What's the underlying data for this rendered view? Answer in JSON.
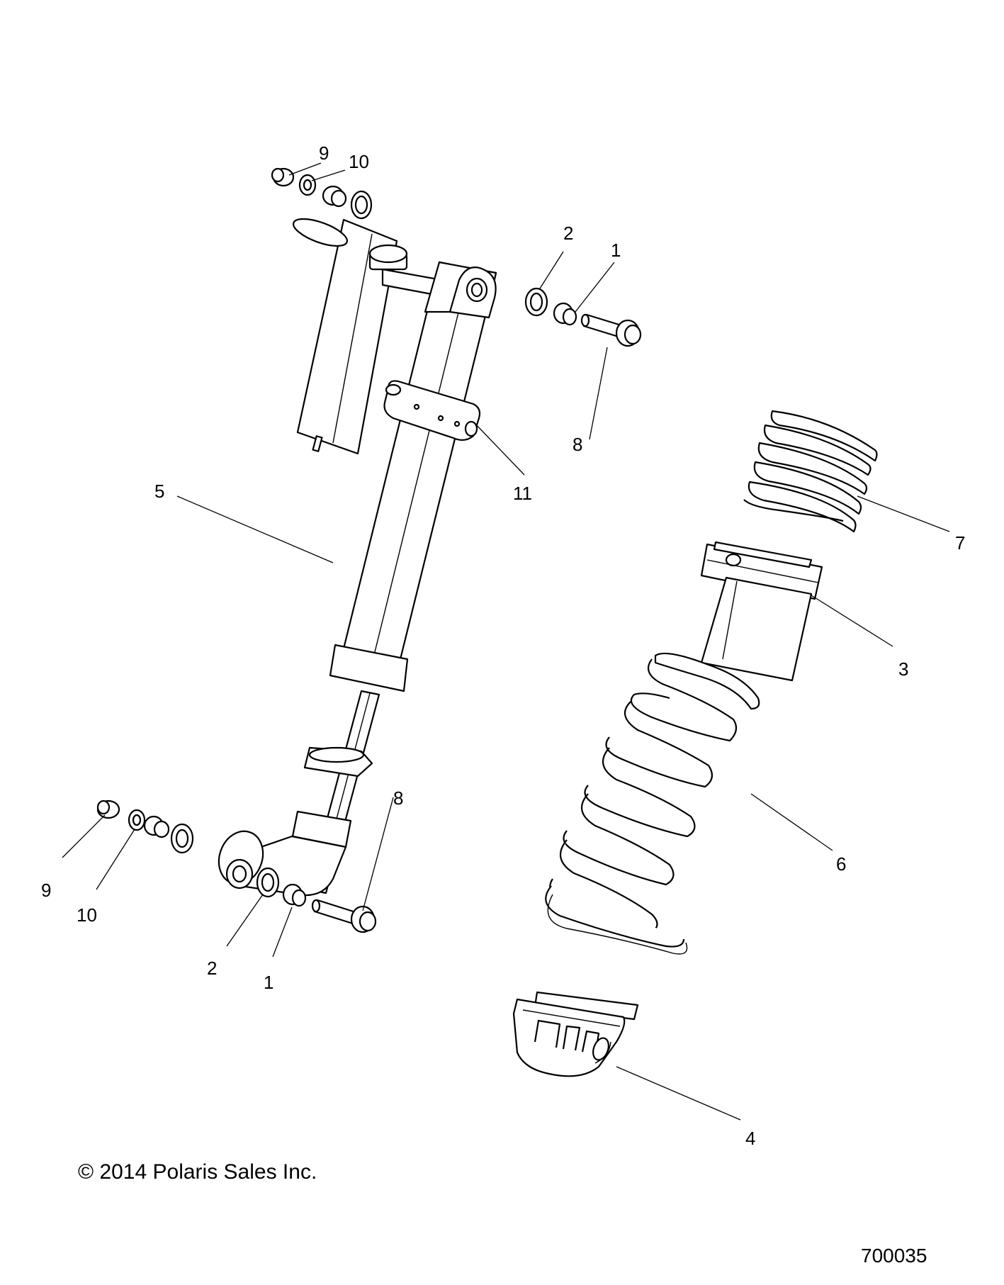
{
  "diagram": {
    "copyright": "© 2014 Polaris Sales Inc.",
    "diagram_id": "700035",
    "callouts": {
      "c9_top": "9",
      "c10_top": "10",
      "c2_top": "2",
      "c1_top": "1",
      "c8_top": "8",
      "c11": "11",
      "c5": "5",
      "c7": "7",
      "c3": "3",
      "c6": "6",
      "c8_bottom": "8",
      "c9_bottom": "9",
      "c10_bottom": "10",
      "c2_bottom": "2",
      "c1_bottom": "1",
      "c4": "4"
    }
  }
}
